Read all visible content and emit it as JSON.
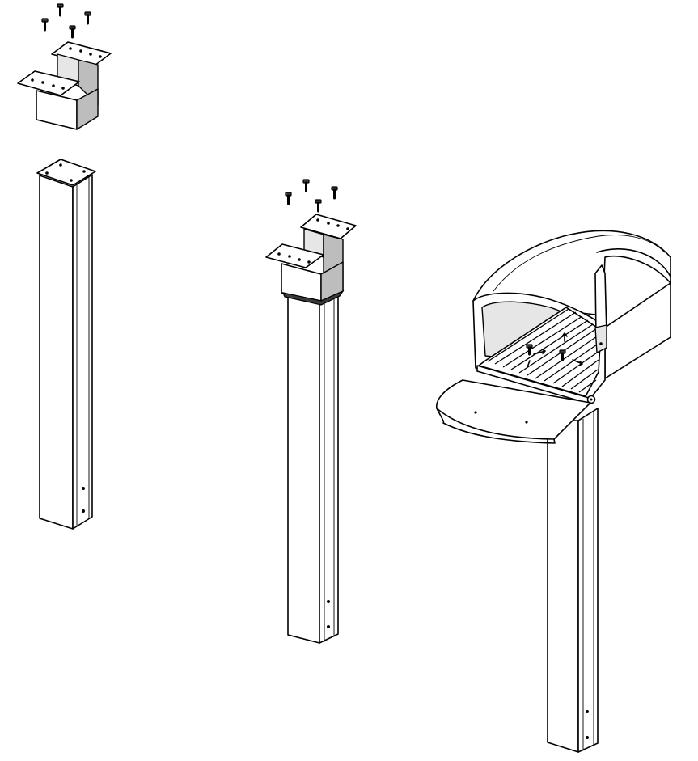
{
  "diagram": {
    "style": "black line-art isometric assembly drawing",
    "colors": {
      "line": "#000000",
      "background": "#ffffff",
      "shade_light": "#e6e6e6",
      "shade_mid": "#bdbdbd"
    },
    "stages": [
      {
        "id": "stage-1",
        "parts": [
          "screw-set",
          "mounting-bracket",
          "post"
        ]
      },
      {
        "id": "stage-2",
        "parts": [
          "screw-set",
          "mounting-bracket-on-post"
        ]
      },
      {
        "id": "stage-3",
        "parts": [
          "mailbox-with-open-door",
          "floor-screws",
          "post"
        ]
      }
    ]
  }
}
